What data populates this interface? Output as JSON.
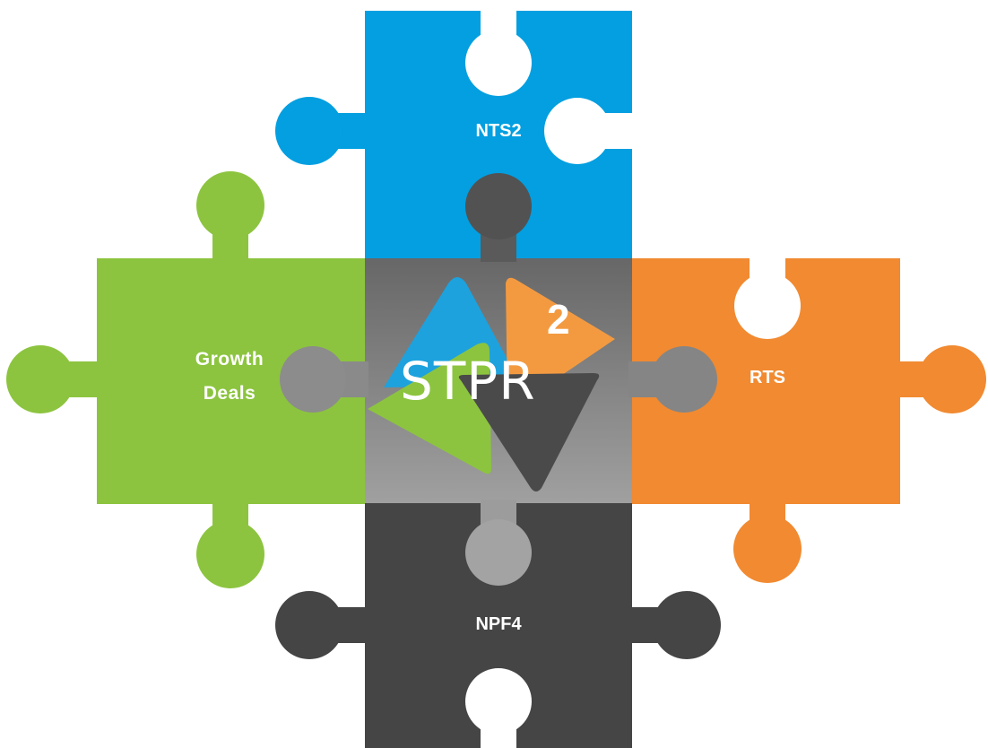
{
  "pieces": {
    "top": {
      "label": "NTS2",
      "color": "#039FE0"
    },
    "left": {
      "label_line1": "Growth",
      "label_line2": "Deals",
      "color": "#8CC43F"
    },
    "right": {
      "label": "RTS",
      "color": "#F18A31"
    },
    "bottom": {
      "label": "NPF4",
      "color": "#454545"
    }
  },
  "center_logo": {
    "text": "STPR",
    "superscript": "2",
    "colors": {
      "blue": "#1DA2DE",
      "orange": "#F39A41",
      "green": "#8CC43F",
      "dark": "#4A4A4A",
      "tile_top": "#6A6A6A",
      "tile_bottom": "#9A9A9A"
    }
  }
}
